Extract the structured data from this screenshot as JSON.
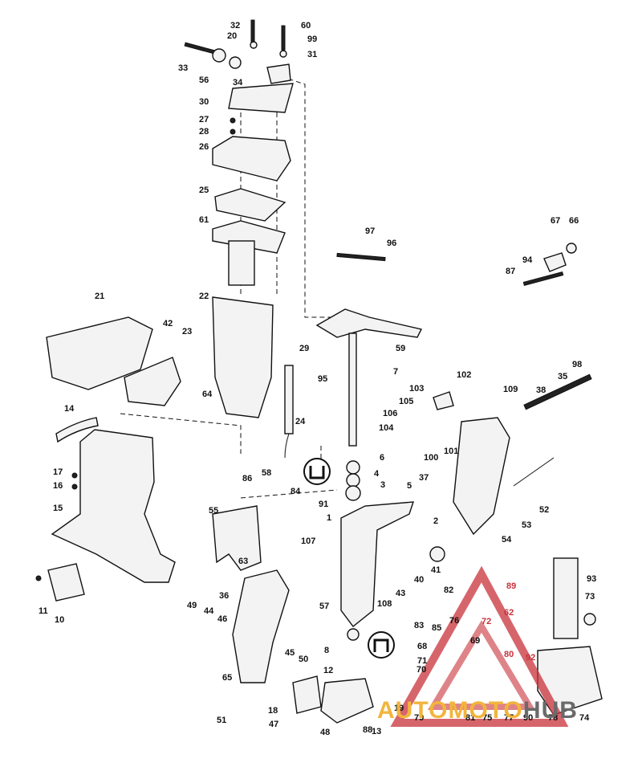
{
  "diagram": {
    "callouts": [
      "1",
      "2",
      "3",
      "4",
      "5",
      "6",
      "7",
      "8",
      "10",
      "11",
      "12",
      "13",
      "14",
      "15",
      "16",
      "17",
      "18",
      "19",
      "20",
      "21",
      "22",
      "23",
      "24",
      "25",
      "26",
      "27",
      "28",
      "29",
      "30",
      "31",
      "32",
      "33",
      "34",
      "35",
      "36",
      "37",
      "38",
      "40",
      "41",
      "42",
      "43",
      "44",
      "45",
      "46",
      "47",
      "48",
      "49",
      "50",
      "51",
      "52",
      "53",
      "54",
      "55",
      "56",
      "57",
      "58",
      "59",
      "60",
      "61",
      "62",
      "63",
      "64",
      "65",
      "66",
      "67",
      "68",
      "69",
      "70",
      "71",
      "72",
      "73",
      "74",
      "75",
      "76",
      "77",
      "78",
      "79",
      "80",
      "81",
      "82",
      "83",
      "84",
      "85",
      "86",
      "87",
      "88",
      "89",
      "90",
      "91",
      "92",
      "93",
      "94",
      "95",
      "96",
      "97",
      "98",
      "99",
      "100",
      "101",
      "102",
      "103",
      "104",
      "105",
      "106",
      "107",
      "108",
      "109"
    ]
  },
  "watermark": {
    "part1": "AUTOMOTO",
    "part2": "HUB",
    "colors": {
      "part1": "#f2b43c",
      "part2": "#6a6a6a",
      "logo": "#c8323a"
    }
  }
}
